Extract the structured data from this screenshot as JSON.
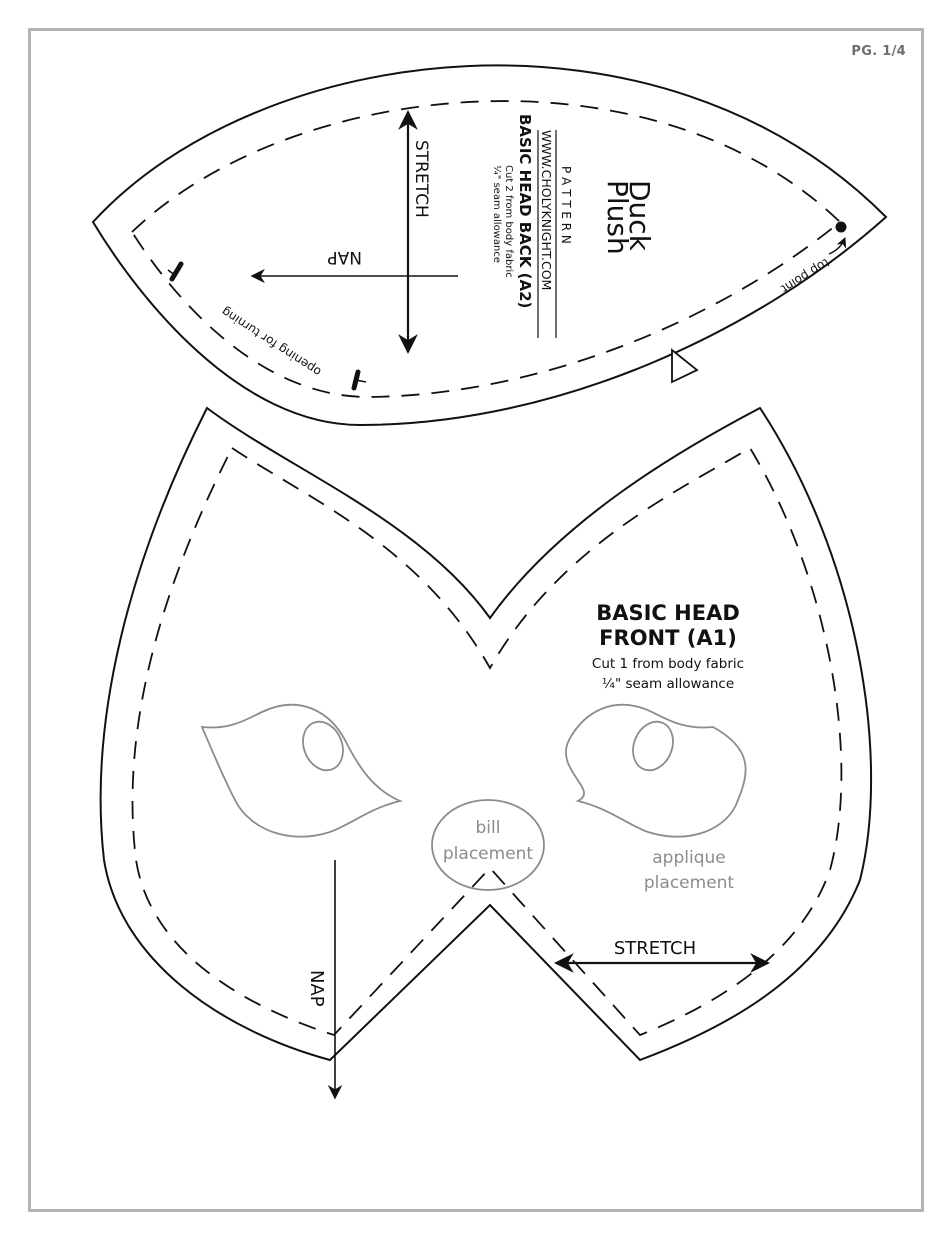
{
  "page": {
    "page_number": "PG. 1/4",
    "border_color": "#b3b3b3"
  },
  "head_back": {
    "brand_title_line1": "Duck",
    "brand_title_line2": "Plush",
    "brand_subtitle": "P A T T E R N",
    "website": "WWW.CHOLYKNIGHT.COM",
    "piece_name": "BASIC HEAD BACK (A2)",
    "cut_instruction": "Cut 2 from body fabric",
    "seam_allowance": "¼\" seam allowance",
    "stretch_label": "STRETCH",
    "nap_label": "NAP",
    "opening_label": "opening for turning",
    "top_point_label": "top point"
  },
  "head_front": {
    "piece_name_line1": "BASIC HEAD",
    "piece_name_line2": "FRONT (A1)",
    "cut_instruction": "Cut 1 from body fabric",
    "seam_allowance": "¼\" seam allowance",
    "bill_label_line1": "bill",
    "bill_label_line2": "placement",
    "applique_label_line1": "applique",
    "applique_label_line2": "placement",
    "stretch_label": "STRETCH",
    "nap_label": "NAP"
  },
  "colors": {
    "outline": "#111111",
    "placement": "#8c8c8c",
    "page_number": "#6d6d6d"
  }
}
